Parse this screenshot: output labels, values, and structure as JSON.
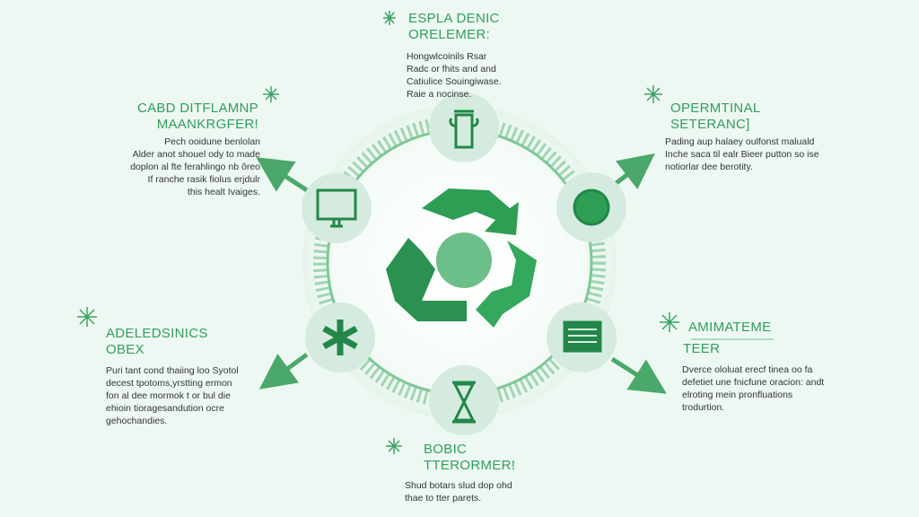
{
  "colors": {
    "background": "#eef8f2",
    "accent": "#2f9e5c",
    "dark_green": "#23874a",
    "node_fill": "#d6ece0",
    "ring": "#8fcfa4"
  },
  "center": {
    "icon": "recycle-icon"
  },
  "nodes": [
    {
      "position": "top",
      "icon": "bin-icon",
      "title": [
        "ESPLA DENIC",
        "ORELEMER:"
      ],
      "body": [
        "Hongwlcoinils Rsar",
        "Radc or fhits and and",
        "Catiulice Souingiwase.",
        "Raie a nocinse."
      ]
    },
    {
      "position": "upper-left",
      "icon": "monitor-icon",
      "title": [
        "CABD DITFLAMNP",
        "MAANKRGFER!"
      ],
      "body": [
        "Pech ooidune benlolan",
        "Alder anot shouel ody to made",
        "doplon al fte ferahlingo nb ôreo",
        "If ranche rasik fiolus erjdulr",
        "this healt Ivaiges."
      ]
    },
    {
      "position": "upper-right",
      "icon": "leaf-globe-icon",
      "title": [
        "OPERMTINAL",
        "SETERANC]"
      ],
      "body": [
        "Pading aup halaey oulfonst maluald",
        "Inche saca til ealr Bieer putton so ise",
        "notiorlar dee berotity."
      ]
    },
    {
      "position": "lower-left",
      "icon": "asterisk-network-icon",
      "title": [
        "ADELEDSINICS",
        "OBEX"
      ],
      "body": [
        "Puri tant cond thaiing loo Syotol",
        "decest tpotoms,yrstting ermon",
        "fon al dee mormok t or bul die",
        "ehioin tioragesandution ocre",
        "gehochandies."
      ]
    },
    {
      "position": "lower-right",
      "icon": "grid-calendar-icon",
      "title": [
        "AMIMATEME",
        "TEER"
      ],
      "body": [
        "Dverce ololuat erecf tinea oo fa",
        "defetiet une fnicfune oracion: andt",
        "elroting mein pronfluations",
        "trodurtion."
      ]
    },
    {
      "position": "bottom",
      "icon": "hourglass-icon",
      "title": [
        "BOBIC",
        "TTERORMER!"
      ],
      "body": [
        "Shud botars slud dop ohd",
        "thae to tter parets."
      ]
    }
  ]
}
